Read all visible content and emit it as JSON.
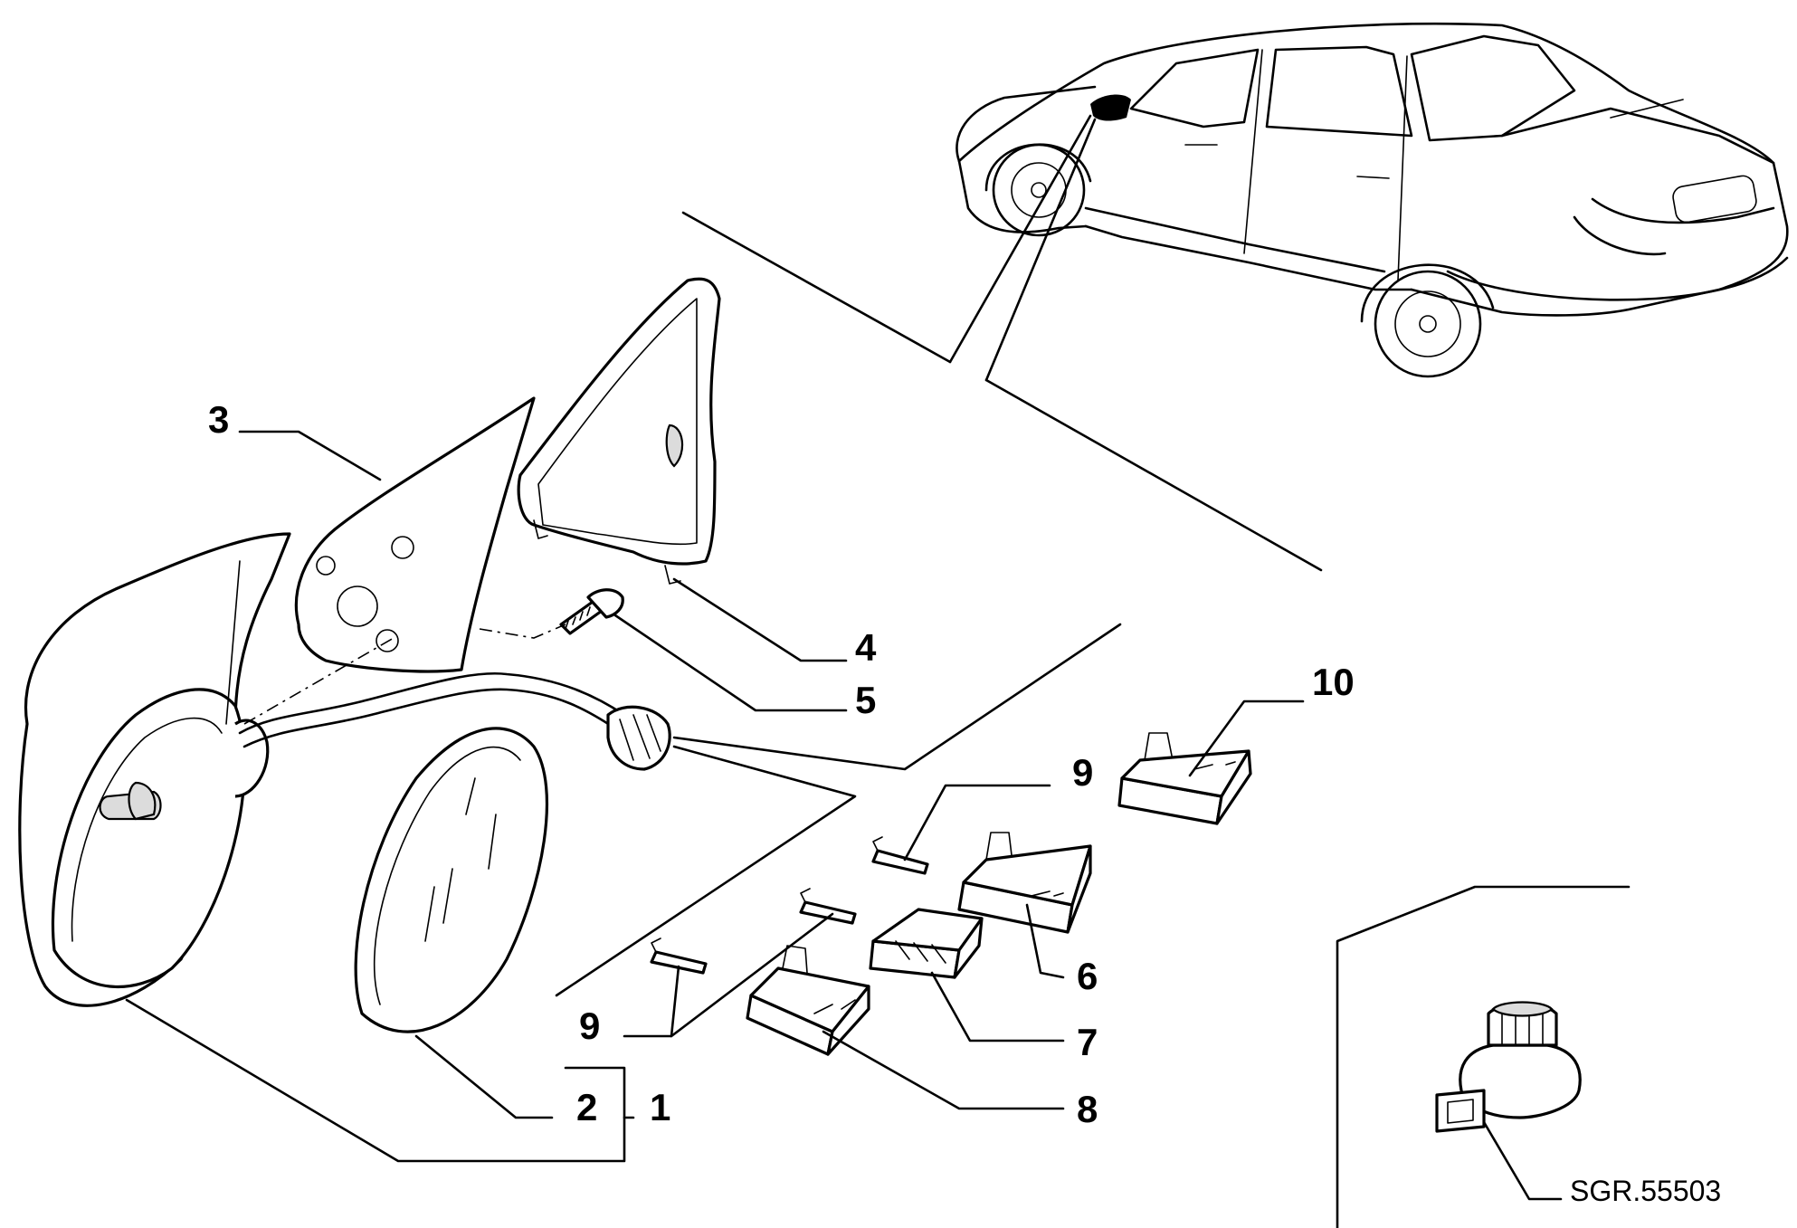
{
  "callouts": [
    {
      "num": "1"
    },
    {
      "num": "2"
    },
    {
      "num": "3"
    },
    {
      "num": "4"
    },
    {
      "num": "5"
    },
    {
      "num": "6"
    },
    {
      "num": "7"
    },
    {
      "num": "8"
    },
    {
      "num": "9"
    },
    {
      "num": "9"
    },
    {
      "num": "10"
    }
  ],
  "reference_code": "SGR.55503"
}
